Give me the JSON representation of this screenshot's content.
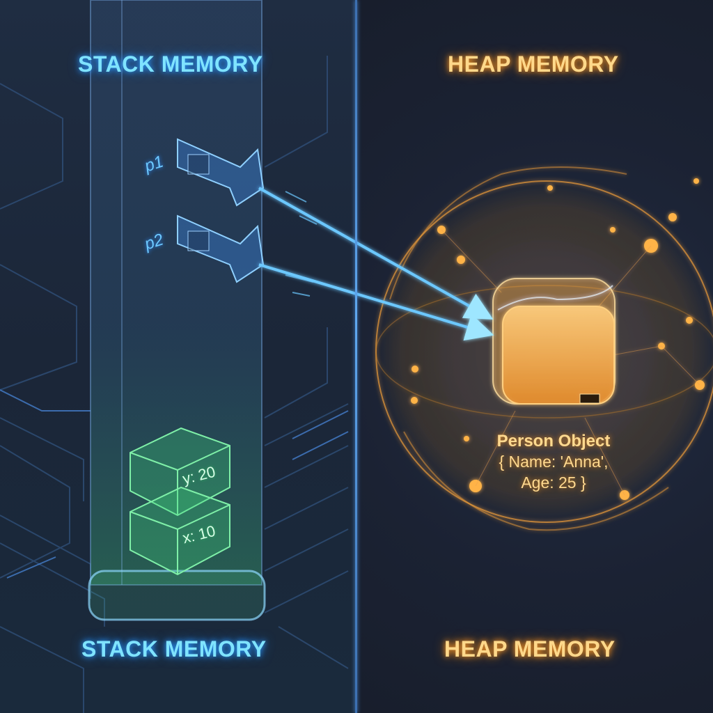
{
  "stack": {
    "title_top": "STACK MEMORY",
    "title_bottom": "STACK MEMORY",
    "pointers": [
      {
        "label": "p1"
      },
      {
        "label": "p2"
      }
    ],
    "values": [
      {
        "label": "y: 20"
      },
      {
        "label": "x: 10"
      }
    ],
    "accent_color": "#7fe3ff",
    "value_color": "#4fd07a"
  },
  "heap": {
    "title_top": "HEAP MEMORY",
    "title_bottom": "HEAP MEMORY",
    "object": {
      "title": "Person Object",
      "line1": "{ Name: 'Anna',",
      "line2": "Age: 25 }"
    },
    "accent_color": "#ffd88a"
  },
  "arrows": [
    {
      "from": "p1",
      "to": "Person Object"
    },
    {
      "from": "p2",
      "to": "Person Object"
    }
  ]
}
